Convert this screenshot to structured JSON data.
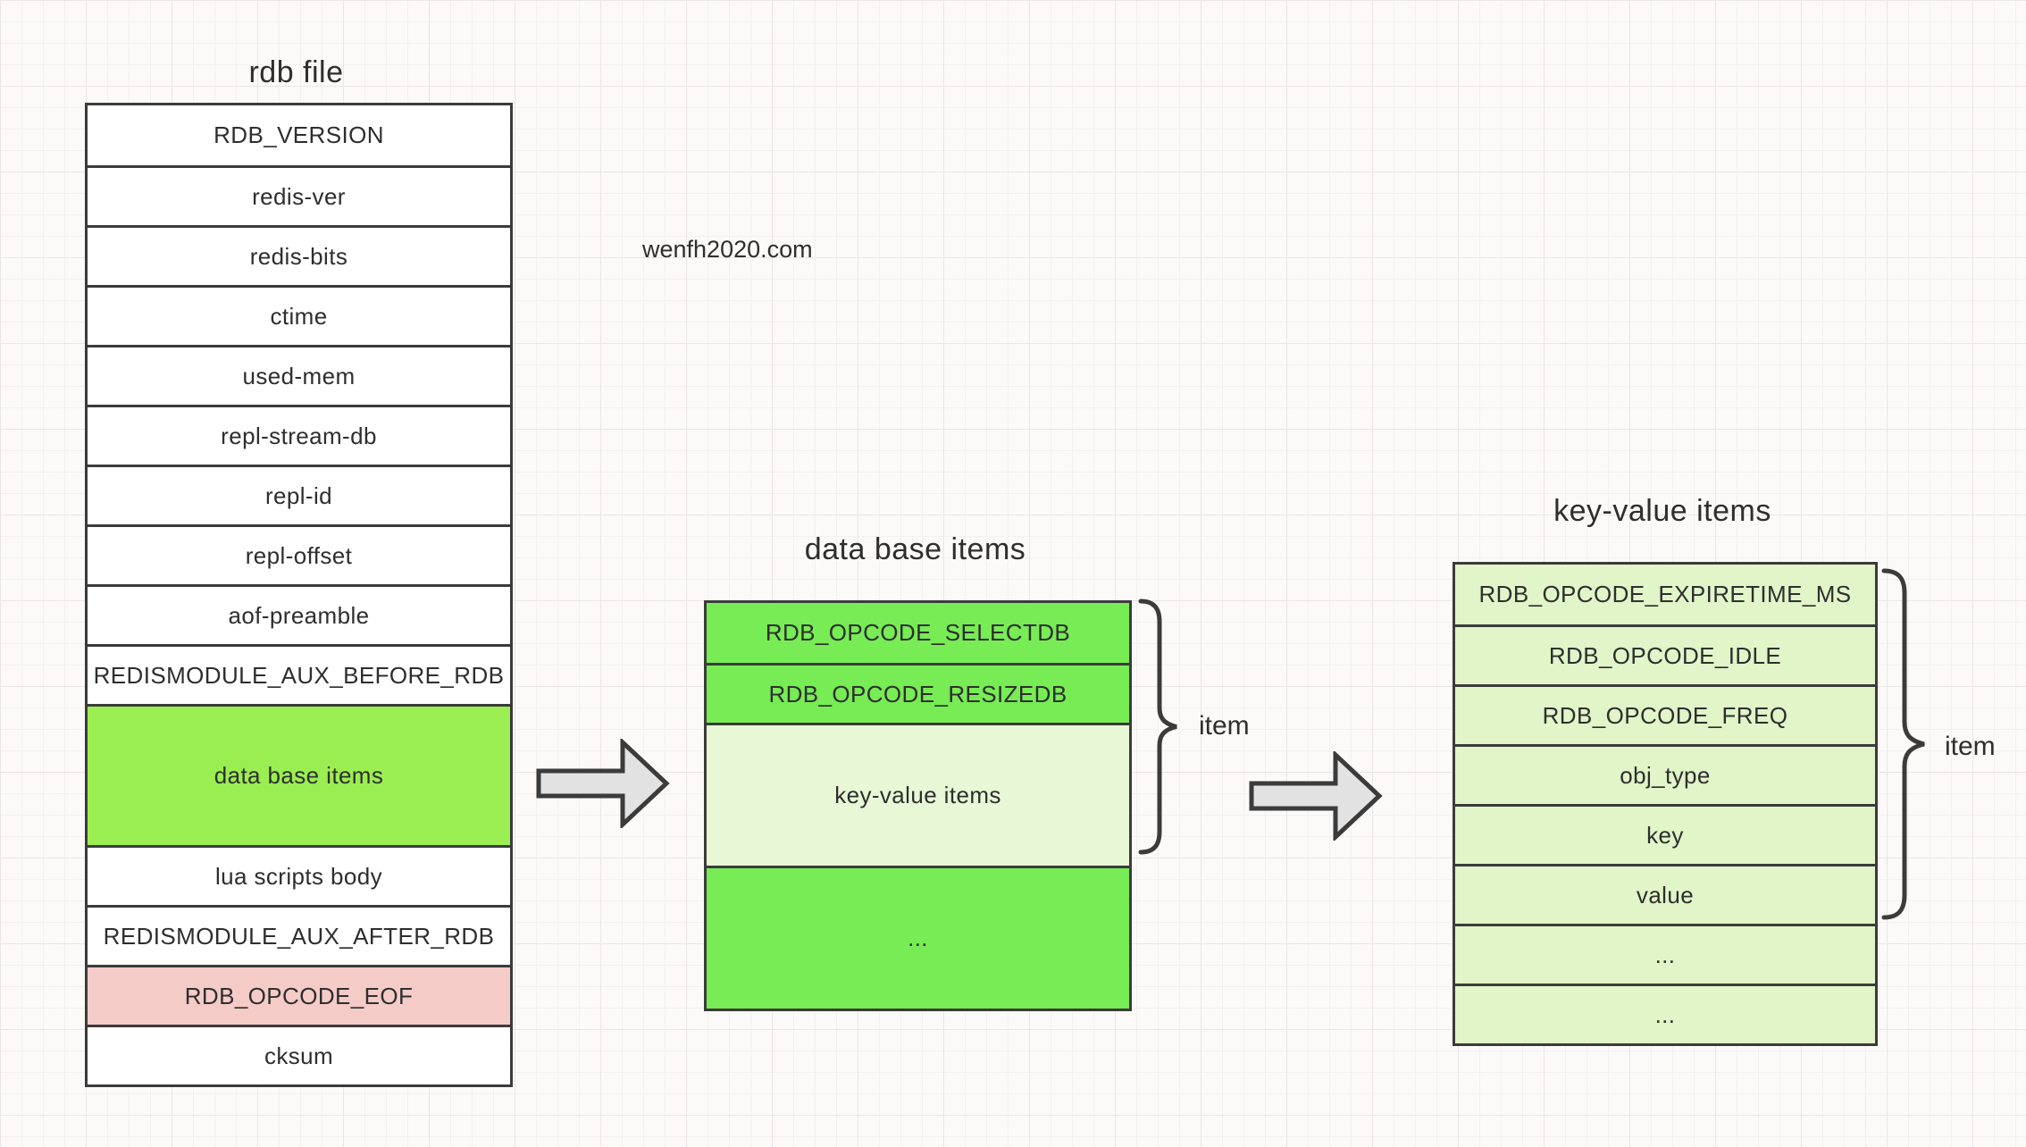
{
  "watermark": "wenfh2020.com",
  "colors": {
    "border": "#3b3b3b",
    "text": "#2e2e2e",
    "arrow_fill": "#e2e2e2",
    "row_variants": {
      "plain": "#ffffff",
      "lime": "#9bee51",
      "green": "#77ec54",
      "pale_mid": "#e8f7d6",
      "pale": "#e1f5c8",
      "pink": "#f5cbc7"
    }
  },
  "rdb_file": {
    "title": "rdb file",
    "rows": [
      {
        "label": "RDB_VERSION",
        "variant": "plain"
      },
      {
        "label": "redis-ver",
        "variant": "plain"
      },
      {
        "label": "redis-bits",
        "variant": "plain"
      },
      {
        "label": "ctime",
        "variant": "plain"
      },
      {
        "label": "used-mem",
        "variant": "plain"
      },
      {
        "label": "repl-stream-db",
        "variant": "plain"
      },
      {
        "label": "repl-id",
        "variant": "plain"
      },
      {
        "label": "repl-offset",
        "variant": "plain"
      },
      {
        "label": "aof-preamble",
        "variant": "plain"
      },
      {
        "label": "REDISMODULE_AUX_BEFORE_RDB",
        "variant": "plain"
      },
      {
        "label": "data base items",
        "variant": "lime",
        "tall": true
      },
      {
        "label": "lua scripts body",
        "variant": "plain"
      },
      {
        "label": "REDISMODULE_AUX_AFTER_RDB",
        "variant": "plain"
      },
      {
        "label": "RDB_OPCODE_EOF",
        "variant": "pink"
      },
      {
        "label": "cksum",
        "variant": "plain"
      }
    ]
  },
  "database_items": {
    "title": "data base items",
    "brace_label": "item",
    "rows": [
      {
        "label": "RDB_OPCODE_SELECTDB",
        "variant": "green"
      },
      {
        "label": "RDB_OPCODE_RESIZEDB",
        "variant": "green"
      },
      {
        "label": "key-value items",
        "variant": "pale_mid",
        "tall": true
      },
      {
        "label": "...",
        "variant": "green",
        "tall": true
      }
    ]
  },
  "key_value_items": {
    "title": "key-value items",
    "brace_label": "item",
    "rows": [
      {
        "label": "RDB_OPCODE_EXPIRETIME_MS",
        "variant": "pale"
      },
      {
        "label": "RDB_OPCODE_IDLE",
        "variant": "pale"
      },
      {
        "label": "RDB_OPCODE_FREQ",
        "variant": "pale"
      },
      {
        "label": "obj_type",
        "variant": "pale"
      },
      {
        "label": "key",
        "variant": "pale"
      },
      {
        "label": "value",
        "variant": "pale"
      },
      {
        "label": "...",
        "variant": "pale"
      },
      {
        "label": "...",
        "variant": "pale"
      }
    ]
  }
}
